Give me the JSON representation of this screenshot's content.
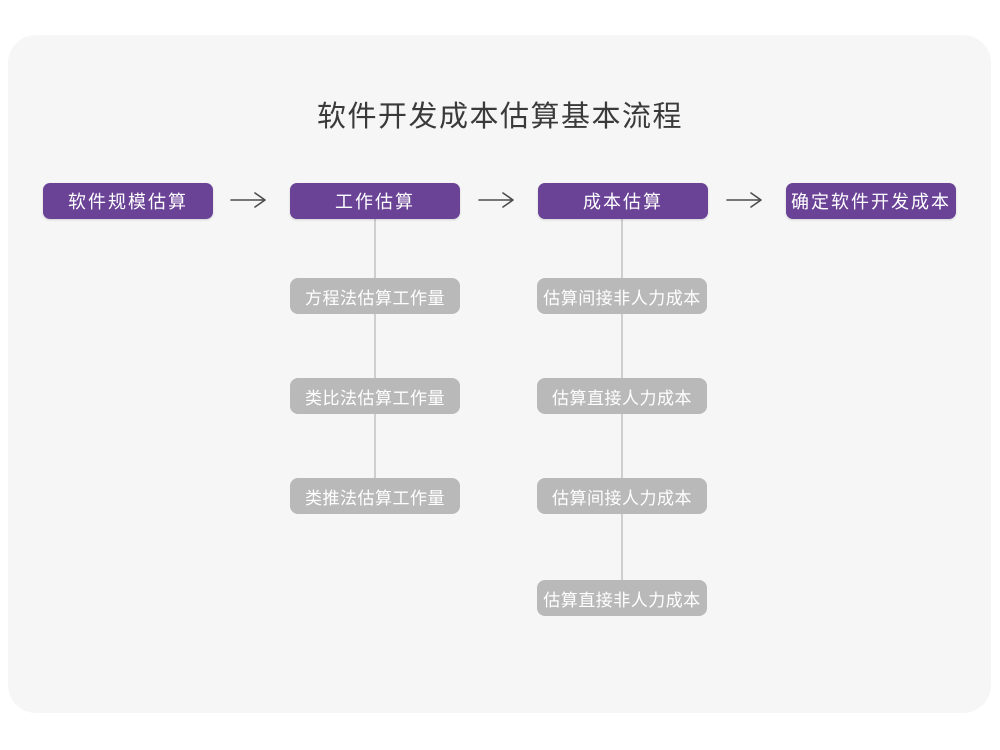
{
  "page": {
    "title": "软件开发成本估算基本流程"
  },
  "colors": {
    "canvas_background": "#ffffff",
    "card_background": "#f6f6f7",
    "stage_node": "#6a4296",
    "sub_node": "#b9b9b9",
    "node_text": "#ffffff",
    "title_text": "#3a3a3a",
    "arrow": "#4c4c4c",
    "connector_line": "#cfcfcf"
  },
  "flow": {
    "stages": [
      "软件规模估算",
      "工作估算",
      "成本估算",
      "确定软件开发成本"
    ],
    "work_estimation_methods": [
      "方程法估算工作量",
      "类比法估算工作量",
      "类推法估算工作量"
    ],
    "cost_estimation_items": [
      "估算间接非人力成本",
      "估算直接人力成本",
      "估算间接人力成本",
      "估算直接非人力成本"
    ]
  }
}
